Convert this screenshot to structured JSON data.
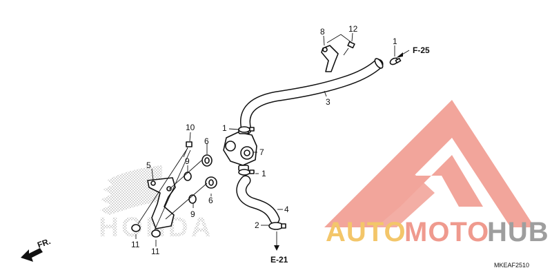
{
  "diagram": {
    "callouts": {
      "p8": "8",
      "p12": "12",
      "p1_top": "1",
      "p3": "3",
      "p10": "10",
      "p1_mid": "1",
      "p6_top": "6",
      "p7": "7",
      "p5": "5",
      "p9_top": "9",
      "p1_low": "1",
      "p6_low": "6",
      "p9_low": "9",
      "p4": "4",
      "p2": "2",
      "p11_left": "11",
      "p11_right": "11"
    },
    "references": {
      "f25": "F-25",
      "e21": "E-21",
      "front": "FR."
    },
    "diagram_code": "MKEAF2510",
    "background_logo": "HONDA",
    "watermark": {
      "part1": "AUTO",
      "part2": "MOTO",
      "part3": "HUB"
    },
    "colors": {
      "watermark_yellow": "#f3c66a",
      "watermark_red": "#ef9a8e",
      "watermark_gray": "#9e9e9e",
      "logo_triangle": "#f2a59b",
      "line": "#111111"
    }
  }
}
